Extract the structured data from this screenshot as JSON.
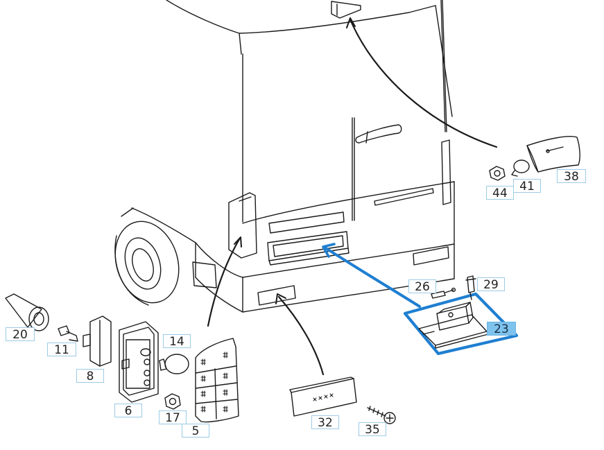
{
  "diagram": {
    "selected_part": "23",
    "highlight_color": "#1f7fd1",
    "line_color": "#1a1a1a",
    "label_border_color": "#9ccbe6",
    "selected_label_color": "#7ec3ee"
  },
  "labels": {
    "p44": "44",
    "p41": "41",
    "p38": "38",
    "p26": "26",
    "p29": "29",
    "p23": "23",
    "p20": "20",
    "p11": "11",
    "p8": "8",
    "p14": "14",
    "p6": "6",
    "p17": "17",
    "p5": "5",
    "p32": "32",
    "p35": "35"
  }
}
